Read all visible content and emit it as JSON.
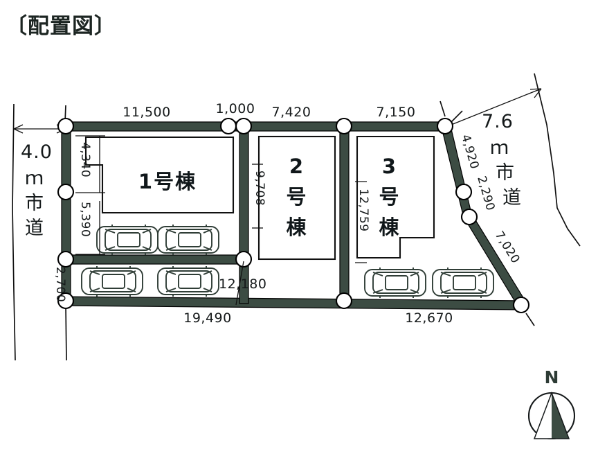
{
  "title": "〔配置図〕",
  "roads": {
    "left": {
      "label": "4.0ｍ市道",
      "width_note": "4.0",
      "unit_note": "ｍ市道"
    },
    "right": {
      "label": "7.6ｍ市道",
      "width_note": "7.6",
      "unit_note": "ｍ市道"
    }
  },
  "buildings": [
    {
      "id": "lot1",
      "label": "1号棟"
    },
    {
      "id": "lot2",
      "label": "2号棟"
    },
    {
      "id": "lot3",
      "label": "3号棟"
    }
  ],
  "dimensions": {
    "top": [
      {
        "name": "top-11500",
        "value": "11,500"
      },
      {
        "name": "top-1000",
        "value": "1,000"
      },
      {
        "name": "top-7420",
        "value": "7,420"
      },
      {
        "name": "top-7150",
        "value": "7,150"
      }
    ],
    "left": [
      {
        "name": "left-4340",
        "value": "4,340"
      },
      {
        "name": "left-5390",
        "value": "5,390"
      },
      {
        "name": "left-2700",
        "value": "2,700"
      }
    ],
    "right": [
      {
        "name": "right-4920",
        "value": "4,920"
      },
      {
        "name": "right-2290",
        "value": "2,290"
      },
      {
        "name": "right-7020",
        "value": "7,020"
      }
    ],
    "interior": [
      {
        "name": "int-9708",
        "value": "9,708"
      },
      {
        "name": "int-12759",
        "value": "12,759"
      },
      {
        "name": "int-12180",
        "value": "12,180"
      }
    ],
    "bottom": [
      {
        "name": "bottom-19490",
        "value": "19,490"
      },
      {
        "name": "bottom-12670",
        "value": "12,670"
      }
    ]
  },
  "compass": {
    "label": "N",
    "name": "north-arrow"
  },
  "colors": {
    "boundary_fill": "#3c4c43",
    "outline": "#000000",
    "text": "#15191a",
    "background": "#ffffff"
  },
  "parking": {
    "lot1_cars": 4,
    "lot3_cars": 2
  }
}
